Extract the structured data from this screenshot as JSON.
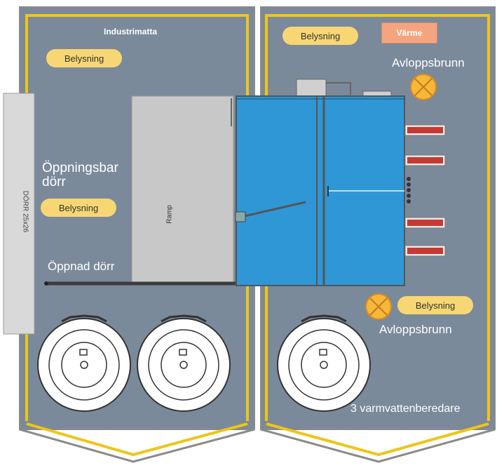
{
  "labels": {
    "industrimatta": "Industrimatta",
    "belysning": "Belysning",
    "varme": "Värme",
    "avloppsbrunn": "Avloppsbrunn",
    "oppningsbar_dorr": "Öppningsbar\ndörr",
    "oppnad_dorr": "Öppnad dörr",
    "dorr_size": "DÖRR 25x26",
    "ramp": "Ramp",
    "varmvattenberedare": "3 varmvattenberedare"
  },
  "colors": {
    "floor": "#7b8a9a",
    "wall_outline": "#f0c419",
    "unit_blue": "#2f97d6",
    "ramp_gray": "#c8c8c8",
    "lamp_yellow": "#f7d774",
    "heat_orange": "#f4a580",
    "drain_yellow": "#f5b83a"
  }
}
